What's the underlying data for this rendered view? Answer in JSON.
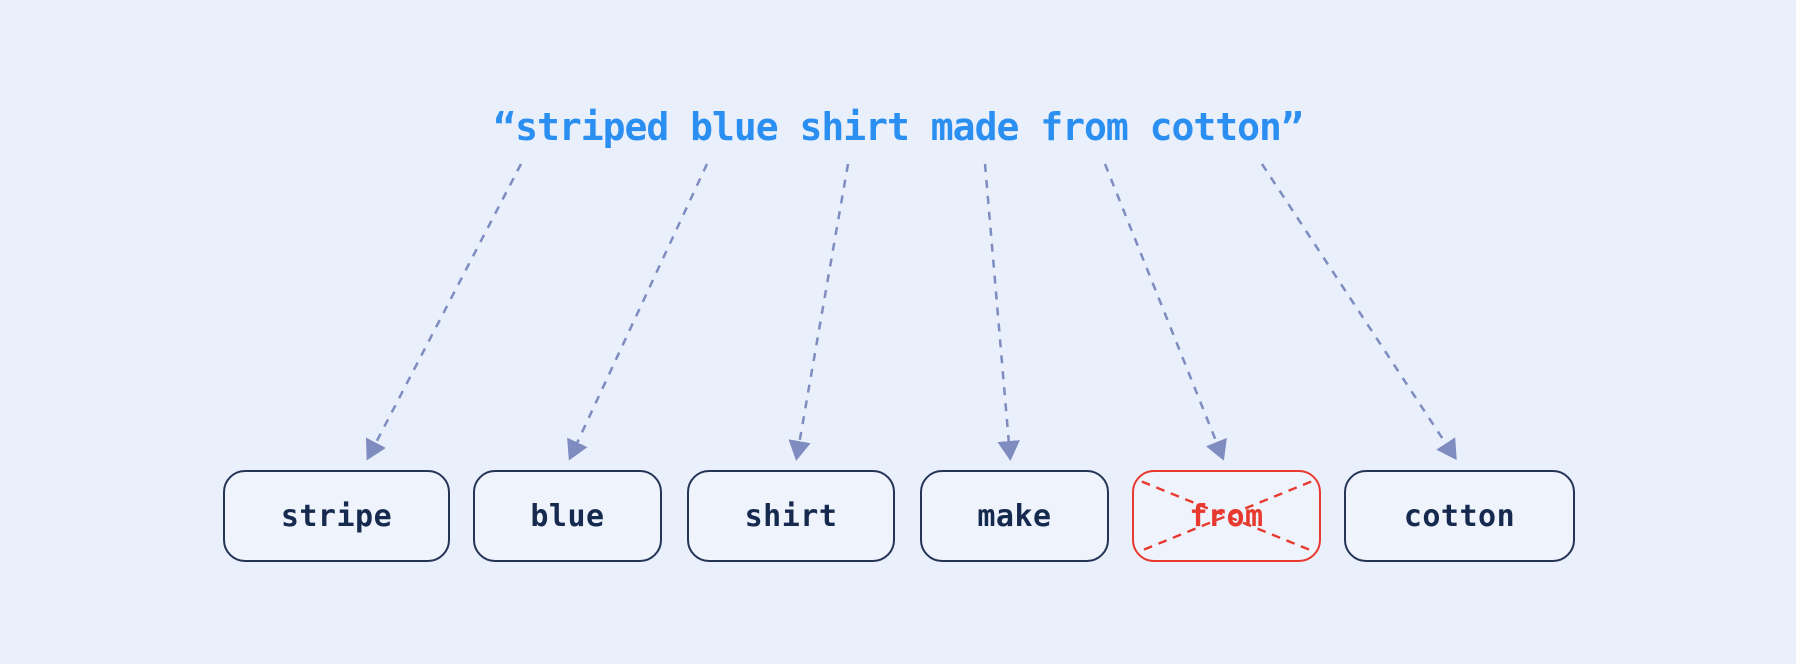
{
  "title": {
    "text": "“striped blue shirt made from cotton”"
  },
  "tokens": [
    {
      "label": "stripe",
      "source_word": "striped",
      "removed": false
    },
    {
      "label": "blue",
      "source_word": "blue",
      "removed": false
    },
    {
      "label": "shirt",
      "source_word": "shirt",
      "removed": false
    },
    {
      "label": "make",
      "source_word": "made",
      "removed": false
    },
    {
      "label": "from",
      "source_word": "from",
      "removed": true
    },
    {
      "label": "cotton",
      "source_word": "cotton",
      "removed": false
    }
  ],
  "icons": [
    {
      "name": "dashed-arrow-icon",
      "meaning": "maps query word to token"
    },
    {
      "name": "red-cross-icon",
      "meaning": "token removed (stopword)"
    }
  ],
  "colors": {
    "background": "#e9effb",
    "title_blue": "#2b8ff2",
    "arrow": "#7e8cbf",
    "box_border": "#233457",
    "box_text": "#16294e",
    "removed_red": "#e8392f"
  }
}
